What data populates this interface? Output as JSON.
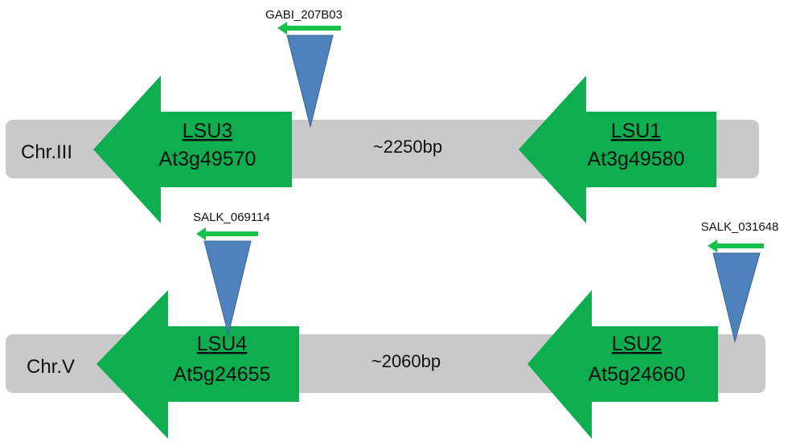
{
  "colors": {
    "chromosome": "#c9c9c9",
    "gene": "#0ead4f",
    "insertion": "#4f81bd",
    "primer": "#17c24a"
  },
  "chromosomes": [
    {
      "label": "Chr.III",
      "gap": "~2250bp",
      "genes": [
        {
          "name": "LSU3",
          "id": "At3g49570"
        },
        {
          "name": "LSU1",
          "id": "At3g49580"
        }
      ],
      "insertions": [
        {
          "label": "GABI_207B03"
        }
      ]
    },
    {
      "label": "Chr.V",
      "gap": "~2060bp",
      "genes": [
        {
          "name": "LSU4",
          "id": "At5g24655"
        },
        {
          "name": "LSU2",
          "id": "At5g24660"
        }
      ],
      "insertions": [
        {
          "label": "SALK_069114"
        },
        {
          "label": "SALK_031648"
        }
      ]
    }
  ]
}
